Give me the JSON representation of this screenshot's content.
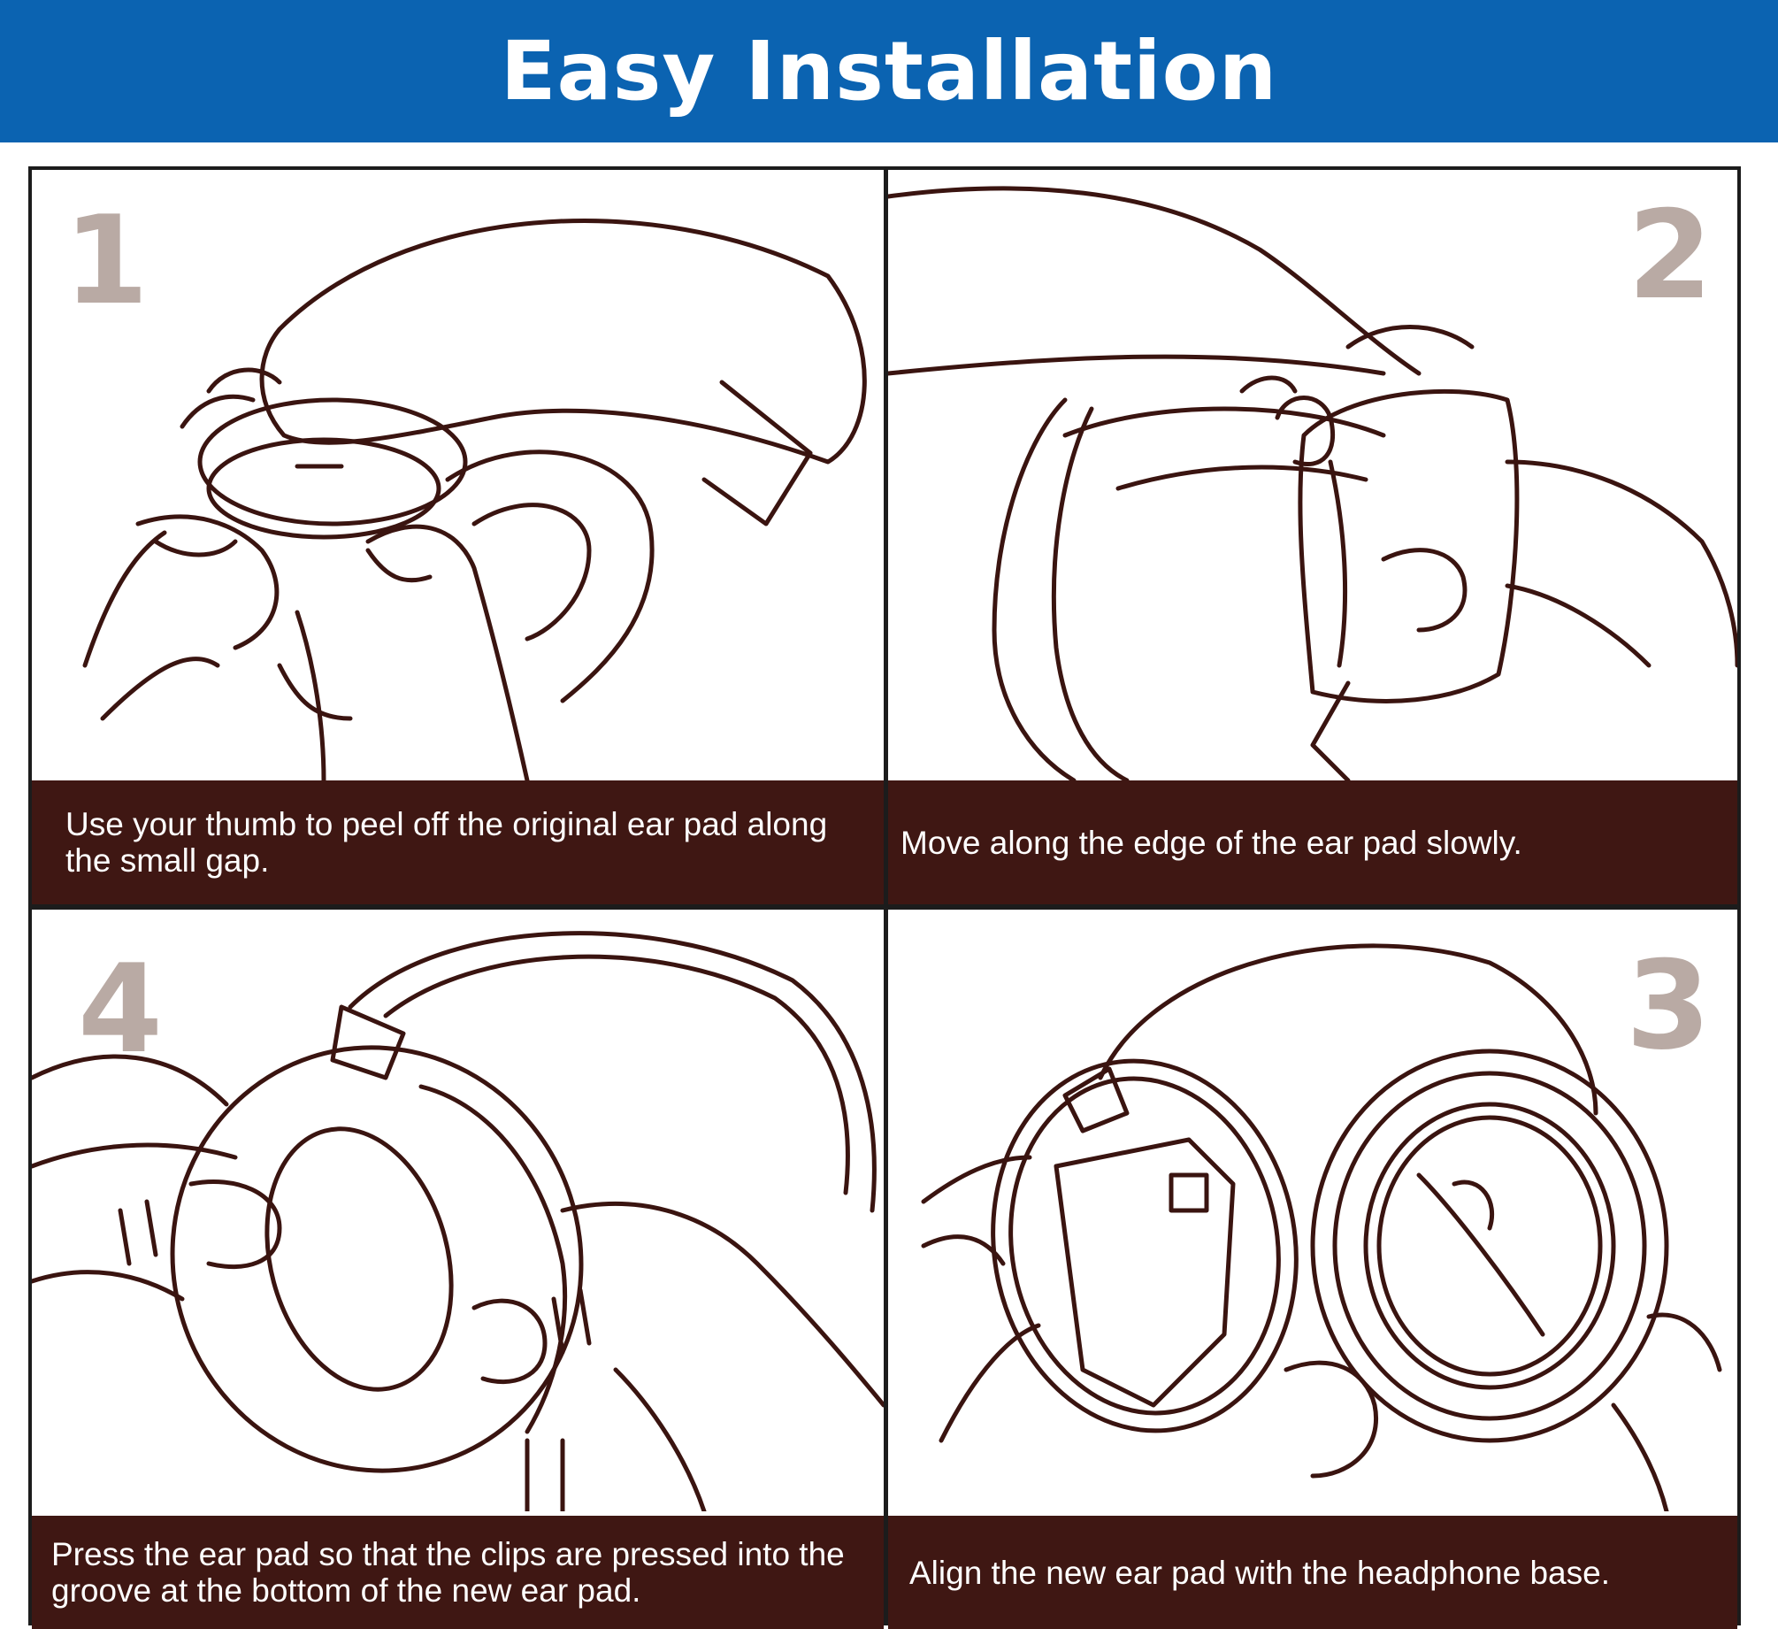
{
  "header": {
    "title": "Easy Installation"
  },
  "steps": [
    {
      "number": "1",
      "caption": "Use your thumb to peel off the original ear pad along the small gap."
    },
    {
      "number": "2",
      "caption": "Move along the edge of the ear pad slowly."
    },
    {
      "number": "4",
      "caption": "Press the ear pad so that the clips are pressed into the groove at the bottom of the new ear pad."
    },
    {
      "number": "3",
      "caption": "Align the new ear pad with the headphone base."
    }
  ],
  "colors": {
    "banner": "#0b63b1",
    "caption_bar": "#3f1713",
    "step_number": "#b9aaa4",
    "line_art": "#3a1410"
  }
}
